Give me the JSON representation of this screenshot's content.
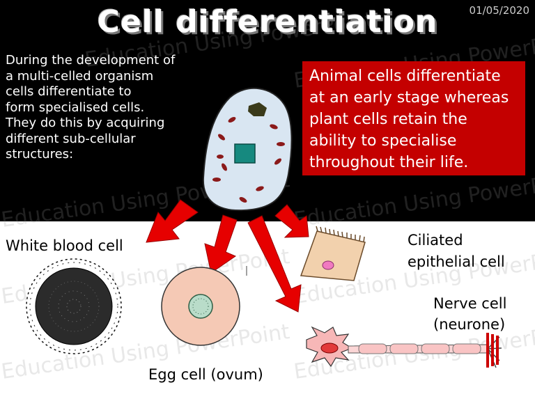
{
  "slide": {
    "title": "Cell differentiation",
    "date": "01/05/2020",
    "intro_lines": [
      "During the development of",
      "a multi-celled organism",
      "cells differentiate to",
      "form specialised cells.",
      "They do this by acquiring",
      "different sub-cellular",
      "structures:"
    ],
    "callout_lines": [
      "Animal cells differentiate",
      "at an early stage whereas",
      "plant cells retain the",
      "ability to specialise",
      "throughout their life."
    ],
    "labels": {
      "white_blood_cell": "White blood cell",
      "ciliated_line1": "Ciliated",
      "ciliated_line2": "epithelial cell",
      "nerve_line1": "Nerve cell",
      "nerve_line2": "(neurone)",
      "egg_cell": "Egg cell (ovum)"
    },
    "watermark": "Education Using PowerPoint"
  },
  "colors": {
    "callout_bg": "#c40000",
    "arrow": "#e60000",
    "top_band": "#000000",
    "bottom_band": "#ffffff"
  }
}
